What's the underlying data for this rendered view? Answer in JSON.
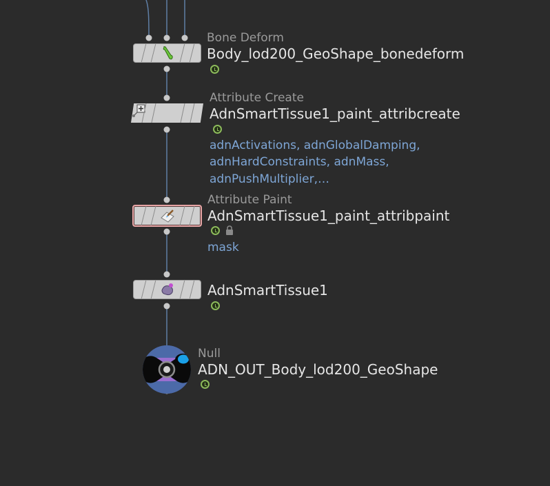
{
  "nodes": [
    {
      "type_label": "Bone Deform",
      "name": "Body_lod200_GeoShape_bonedeform",
      "icon": "bone-icon"
    },
    {
      "type_label": "Attribute Create",
      "name": "AdnSmartTissue1_paint_attribcreate",
      "icon": "attribute-create-icon",
      "attributes": [
        "adnActivations, adnGlobalDamping,",
        "adnHardConstraints, adnMass,",
        "adnPushMultiplier,…"
      ]
    },
    {
      "type_label": "Attribute Paint",
      "name": "AdnSmartTissue1_paint_attribpaint",
      "icon": "paint-icon",
      "attributes": [
        "mask"
      ],
      "locked": true
    },
    {
      "type_label": "",
      "name": "AdnSmartTissue1",
      "icon": "tissue-icon"
    },
    {
      "type_label": "Null",
      "name": "ADN_OUT_Body_lod200_GeoShape",
      "icon": "null-icon"
    }
  ],
  "colors": {
    "background": "#2b2b2b",
    "wire": "#5f7fa6",
    "attribute_text": "#7ea6d6",
    "badge": "#8dbb5b",
    "selected_outline": "#e8a6a6"
  }
}
